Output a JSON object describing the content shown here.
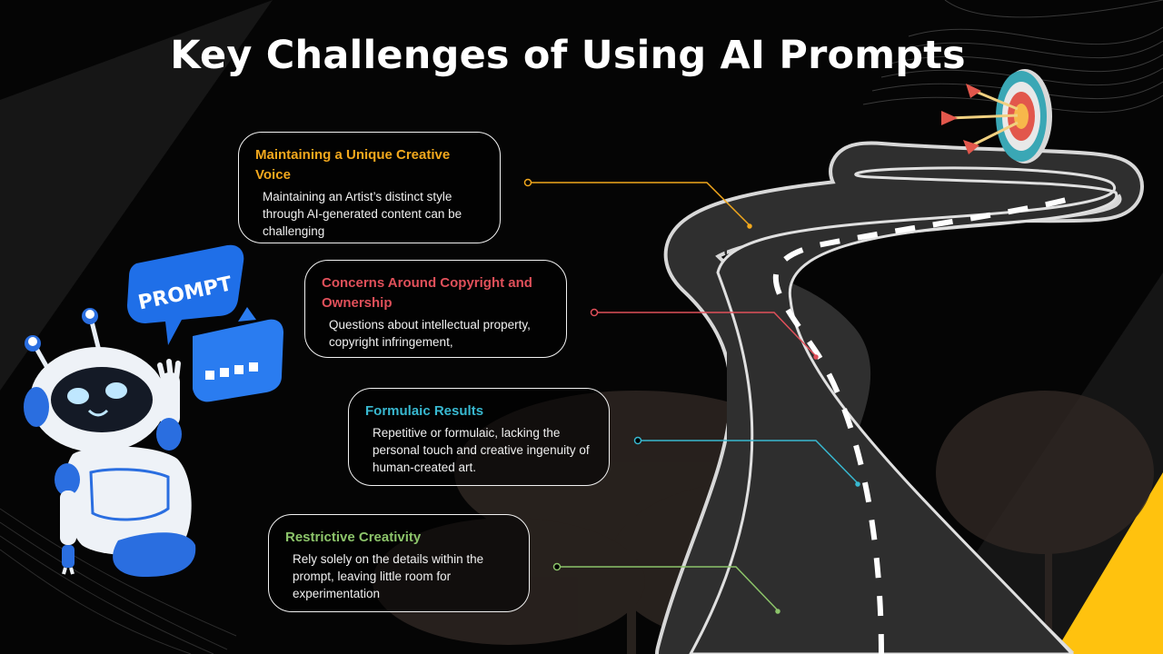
{
  "title": "Key Challenges of Using AI Prompts",
  "challenges": [
    {
      "title": "Maintaining a Unique Creative Voice",
      "body": "Maintaining an Artist’s distinct style through AI-generated content can be challenging",
      "color": "#f2a81d"
    },
    {
      "title": "Concerns Around Copyright and Ownership",
      "body": "Questions about intellectual property, copyright infringement,",
      "color": "#e0505a"
    },
    {
      "title": "Formulaic Results",
      "body": "Repetitive or formulaic, lacking the personal touch and creative ingenuity of human-created art.",
      "color": "#38b8d0"
    },
    {
      "title": "Restrictive Creativity",
      "body": "Rely solely on the details within the prompt, leaving little room for experimentation",
      "color": "#8cc46a"
    }
  ],
  "robot": {
    "bubble_label": "PROMPT",
    "icon": "robot-icon"
  },
  "colors": {
    "background": "#050505",
    "accent_yellow": "#ffc20e",
    "bubble_blue": "#1f6fe8"
  }
}
